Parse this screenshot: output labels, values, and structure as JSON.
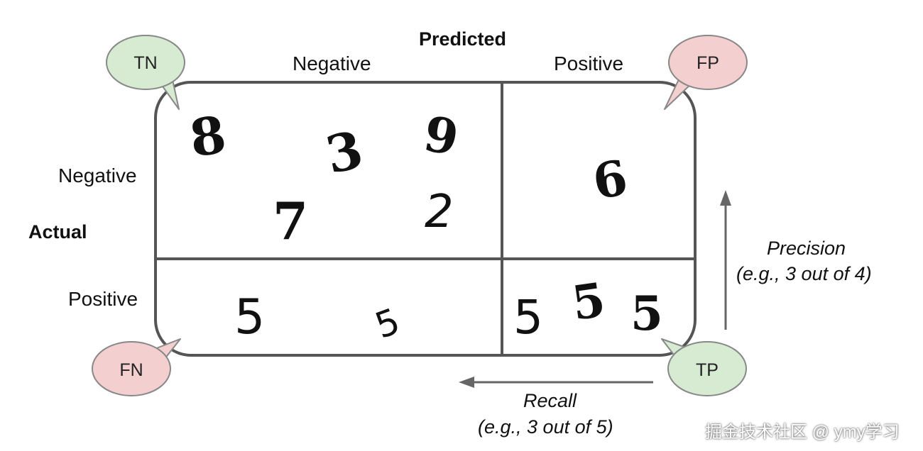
{
  "axis": {
    "predicted": "Predicted",
    "actual": "Actual",
    "col_negative": "Negative",
    "col_positive": "Positive",
    "row_negative": "Negative",
    "row_positive": "Positive"
  },
  "quadrants": {
    "tn": {
      "label": "TN",
      "color": "#d6ebd2",
      "digits": [
        "8",
        "3",
        "9",
        "7",
        "2"
      ]
    },
    "fp": {
      "label": "FP",
      "color": "#f4cfcf",
      "digits": [
        "6"
      ]
    },
    "fn": {
      "label": "FN",
      "color": "#f4cfcf",
      "digits": [
        "5",
        "5"
      ]
    },
    "tp": {
      "label": "TP",
      "color": "#d6ebd2",
      "digits": [
        "5",
        "5",
        "5"
      ]
    }
  },
  "precision": {
    "title": "Precision",
    "example": "(e.g., 3 out of 4)"
  },
  "recall": {
    "title": "Recall",
    "example": "(e.g., 3 out of 5)"
  },
  "watermark": "掘金技术社区 @ ymy学习"
}
